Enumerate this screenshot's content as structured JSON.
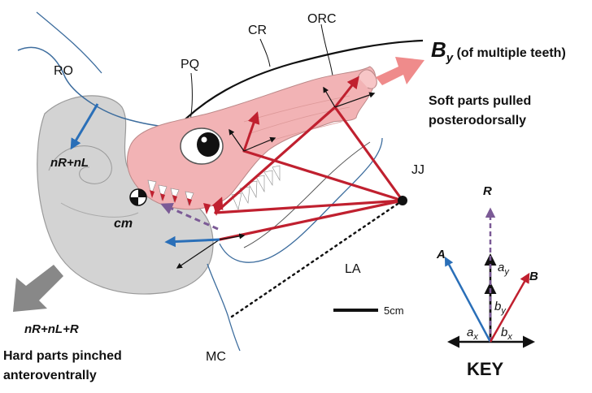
{
  "labels": {
    "ro": "RO",
    "pq": "PQ",
    "cr": "CR",
    "orc": "ORC",
    "jj": "JJ",
    "la": "LA",
    "mc": "MC",
    "cm": "cm",
    "nr_nl": "nR+nL",
    "scale": "5cm"
  },
  "by_label": {
    "main": "B",
    "sub": "y",
    "suffix": " (of multiple teeth)"
  },
  "soft_caption": [
    "Soft parts pulled",
    "posterodorsally"
  ],
  "hard_arrow_label": "nR+nL+R",
  "hard_caption": [
    "Hard parts pinched",
    "anteroventrally"
  ],
  "key": {
    "title": "KEY",
    "r": "R",
    "a": "A",
    "b": "B",
    "ay_main": "a",
    "ay_sub": "y",
    "by_main": "b",
    "by_sub": "y",
    "ax_main": "a",
    "ax_sub": "x",
    "bx_main": "b",
    "bx_sub": "x"
  },
  "colors": {
    "blue_outline": "#3d6d9e",
    "blue_arrow": "#2a6fb8",
    "red_force": "#c0202f",
    "purple_dashed": "#7b5a96",
    "skull_grey": "#d3d3d3",
    "soft_pink": "#f2b3b5",
    "pink_arrow": "#ef8b8b",
    "grey_arrow": "#888888"
  }
}
